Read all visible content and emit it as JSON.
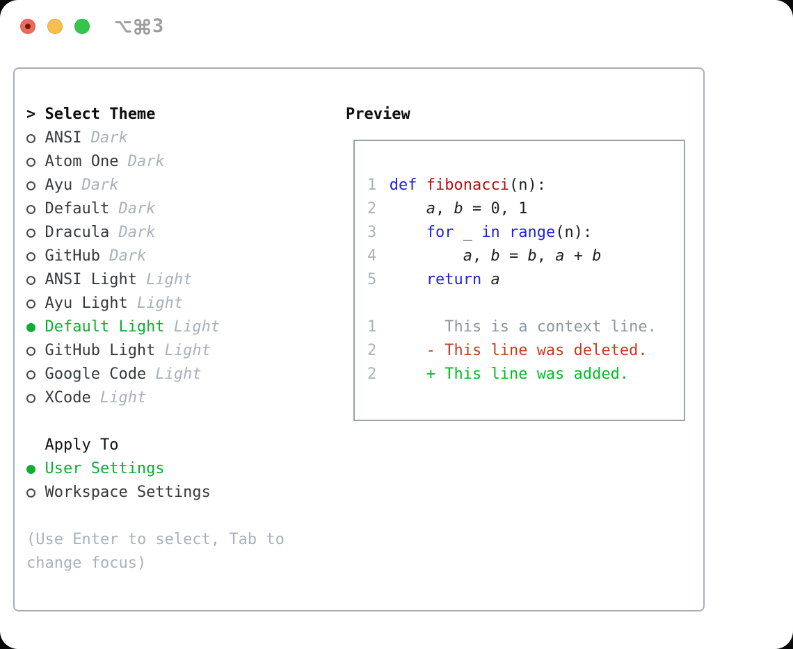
{
  "titlebar": {
    "shortcut_label": "⌥⌘3",
    "shortcut_digit": "3"
  },
  "theme_picker": {
    "prompt": ">",
    "title": "Select Theme",
    "items": [
      {
        "name": "ANSI",
        "variant": "Dark",
        "selected": false
      },
      {
        "name": "Atom One",
        "variant": "Dark",
        "selected": false
      },
      {
        "name": "Ayu",
        "variant": "Dark",
        "selected": false
      },
      {
        "name": "Default",
        "variant": "Dark",
        "selected": false
      },
      {
        "name": "Dracula",
        "variant": "Dark",
        "selected": false
      },
      {
        "name": "GitHub",
        "variant": "Dark",
        "selected": false
      },
      {
        "name": "ANSI Light",
        "variant": "Light",
        "selected": false
      },
      {
        "name": "Ayu Light",
        "variant": "Light",
        "selected": false
      },
      {
        "name": "Default Light",
        "variant": "Light",
        "selected": true
      },
      {
        "name": "GitHub Light",
        "variant": "Light",
        "selected": false
      },
      {
        "name": "Google Code",
        "variant": "Light",
        "selected": false
      },
      {
        "name": "XCode",
        "variant": "Light",
        "selected": false
      }
    ]
  },
  "apply_to": {
    "title": "Apply To",
    "options": [
      {
        "name": "User Settings",
        "selected": true
      },
      {
        "name": "Workspace Settings",
        "selected": false
      }
    ]
  },
  "hint": {
    "line1": "(Use Enter to select, Tab to",
    "line2": "change focus)"
  },
  "preview": {
    "title": "Preview",
    "lines": [
      {
        "num": "1",
        "segments": [
          {
            "t": "def ",
            "c": "kw"
          },
          {
            "t": "fibonacci",
            "c": "fn"
          },
          {
            "t": "(n):",
            "c": "pl"
          }
        ]
      },
      {
        "num": "2",
        "segments": [
          {
            "t": "    ",
            "c": "pl"
          },
          {
            "t": "a",
            "c": "var"
          },
          {
            "t": ", ",
            "c": "pl"
          },
          {
            "t": "b",
            "c": "var"
          },
          {
            "t": " = 0, 1",
            "c": "pl"
          }
        ]
      },
      {
        "num": "3",
        "segments": [
          {
            "t": "    ",
            "c": "pl"
          },
          {
            "t": "for",
            "c": "kw"
          },
          {
            "t": " _ ",
            "c": "pl"
          },
          {
            "t": "in",
            "c": "kw"
          },
          {
            "t": " ",
            "c": "pl"
          },
          {
            "t": "range",
            "c": "kw"
          },
          {
            "t": "(n):",
            "c": "pl"
          }
        ]
      },
      {
        "num": "4",
        "segments": [
          {
            "t": "        ",
            "c": "pl"
          },
          {
            "t": "a",
            "c": "var"
          },
          {
            "t": ", ",
            "c": "pl"
          },
          {
            "t": "b",
            "c": "var"
          },
          {
            "t": " = ",
            "c": "pl"
          },
          {
            "t": "b",
            "c": "var"
          },
          {
            "t": ", ",
            "c": "pl"
          },
          {
            "t": "a",
            "c": "var"
          },
          {
            "t": " + ",
            "c": "pl"
          },
          {
            "t": "b",
            "c": "var"
          }
        ]
      },
      {
        "num": "5",
        "segments": [
          {
            "t": "    ",
            "c": "pl"
          },
          {
            "t": "return",
            "c": "kw"
          },
          {
            "t": " ",
            "c": "pl"
          },
          {
            "t": "a",
            "c": "var"
          }
        ]
      },
      {
        "num": "",
        "segments": []
      },
      {
        "num": "1",
        "segments": [
          {
            "t": "      This is a context line.",
            "c": "ctx"
          }
        ]
      },
      {
        "num": "2",
        "segments": [
          {
            "t": "    - This line was deleted.",
            "c": "del"
          }
        ]
      },
      {
        "num": "2",
        "segments": [
          {
            "t": "    + This line was added.",
            "c": "add"
          }
        ]
      }
    ]
  },
  "colors": {
    "selection_green": "#0fae33",
    "keyword_blue": "#2222dd",
    "function_red": "#b11212",
    "deleted_red": "#c73a22",
    "added_green": "#00bd26",
    "muted_gray": "#a9b1bc",
    "traffic_red": "#ee6a5e",
    "traffic_yellow": "#f6bf4f",
    "traffic_green": "#36c64c"
  }
}
